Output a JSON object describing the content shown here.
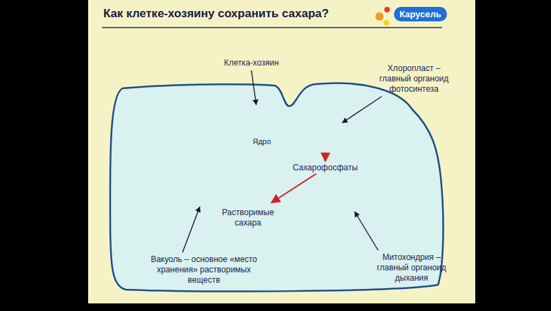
{
  "diagram": {
    "title": "Как клетке-хозяину сохранить сахара?",
    "nodes": [
      {
        "text": [
          "Клетка-хозяин"
        ]
      },
      {
        "text": [
          "Хлоропласт – главный органоид фотосинтеза"
        ],
        "in": 0
      },
      {
        "text": [
          "Ядро"
        ],
        "in": 0
      },
      {
        "text": [
          "Сахарофосфаты"
        ],
        "in": 0
      },
      {
        "text": [
          "Растворимые сахара"
        ],
        "in": 0
      },
      {
        "text": [
          "Митохондрия – главный органоид дыхания"
        ],
        "in": 0
      },
      {
        "text": [
          "Вакуоль – основное «место хранения» растворимых веществ"
        ],
        "in": 0
      }
    ],
    "edges": [
      {
        "from": 1,
        "to": 3,
        "arrow": "to"
      },
      {
        "from": 3,
        "to": 4,
        "arrow": "to"
      }
    ],
    "labels": [
      "Карусель"
    ]
  }
}
